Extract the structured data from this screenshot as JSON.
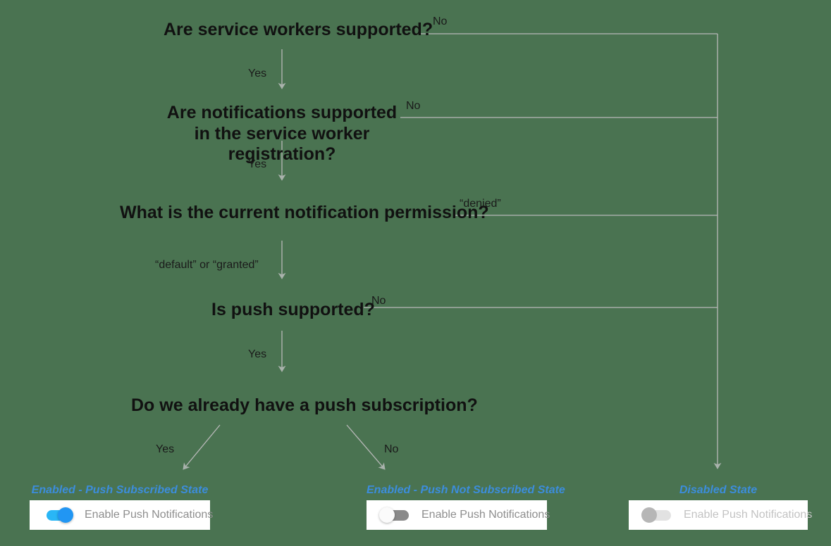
{
  "diagram": {
    "background_color": "#4a7351",
    "line_color": "#b9b9b9",
    "node_text_color": "#111111",
    "accent_color": "#3c8ddc",
    "nodes": [
      {
        "id": "q1",
        "text": "Are service workers supported?"
      },
      {
        "id": "q2",
        "text": "Are notifications supported in the service worker registration?"
      },
      {
        "id": "q3",
        "text": "What is the current notification permission?"
      },
      {
        "id": "q4",
        "text": "Is push supported?"
      },
      {
        "id": "q5",
        "text": "Do we already have a push subscription?"
      }
    ],
    "edge_labels": {
      "no1": "No",
      "yes1": "Yes",
      "no2": "No",
      "yes2": "Yes",
      "denied": "“denied”",
      "default_or_granted": "“default” or “granted”",
      "no3": "No",
      "yes3": "Yes",
      "yes4": "Yes",
      "no4": "No"
    }
  },
  "states": [
    {
      "title": "Enabled - Push Subscribed State",
      "toggle_label": "Enable Push Notifications",
      "toggle_state": "on",
      "track_color": "#29b6f6",
      "knob_color": "#2196f3"
    },
    {
      "title": "Enabled - Push Not Subscribed State",
      "toggle_label": "Enable Push Notifications",
      "toggle_state": "off",
      "track_color": "#8a8a8a",
      "knob_color": "#fbfbfb"
    },
    {
      "title": "Disabled State",
      "toggle_label": "Enable Push Notifications",
      "toggle_state": "disabled",
      "track_color": "#e2e2e2",
      "knob_color": "#b6b6b6"
    }
  ]
}
